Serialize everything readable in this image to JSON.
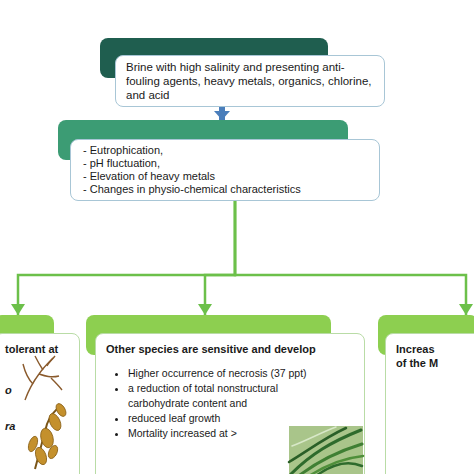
{
  "diagram": {
    "nodes": [
      {
        "text": [
          "Brine with high salinity and presenting anti-fouling agents, heavy metals, organics, chlorine, and acid"
        ]
      },
      {
        "text": [
          "- Eutrophication,",
          "- pH fluctuation,",
          "- Elevation of heavy metals",
          "- Changes in physio-chemical characteristics"
        ]
      },
      {
        "text": [
          "tolerant at",
          "o",
          "ra"
        ]
      },
      {
        "text": [
          "Other species are sensitive and develop",
          "Higher occurrence of necrosis (37 ppt)",
          "a reduction of total nonstructural carbohydrate content and",
          "reduced leaf growth",
          "Mortality increased at >"
        ]
      },
      {
        "text": [
          "Increas",
          "of the M"
        ]
      }
    ],
    "edges": [
      {
        "from": 0,
        "to": 1,
        "arrow": "to"
      },
      {
        "from": 1,
        "to": 2,
        "arrow": "to"
      },
      {
        "from": 1,
        "to": 3,
        "arrow": "to"
      },
      {
        "from": 1,
        "to": 4,
        "arrow": "to"
      }
    ]
  }
}
